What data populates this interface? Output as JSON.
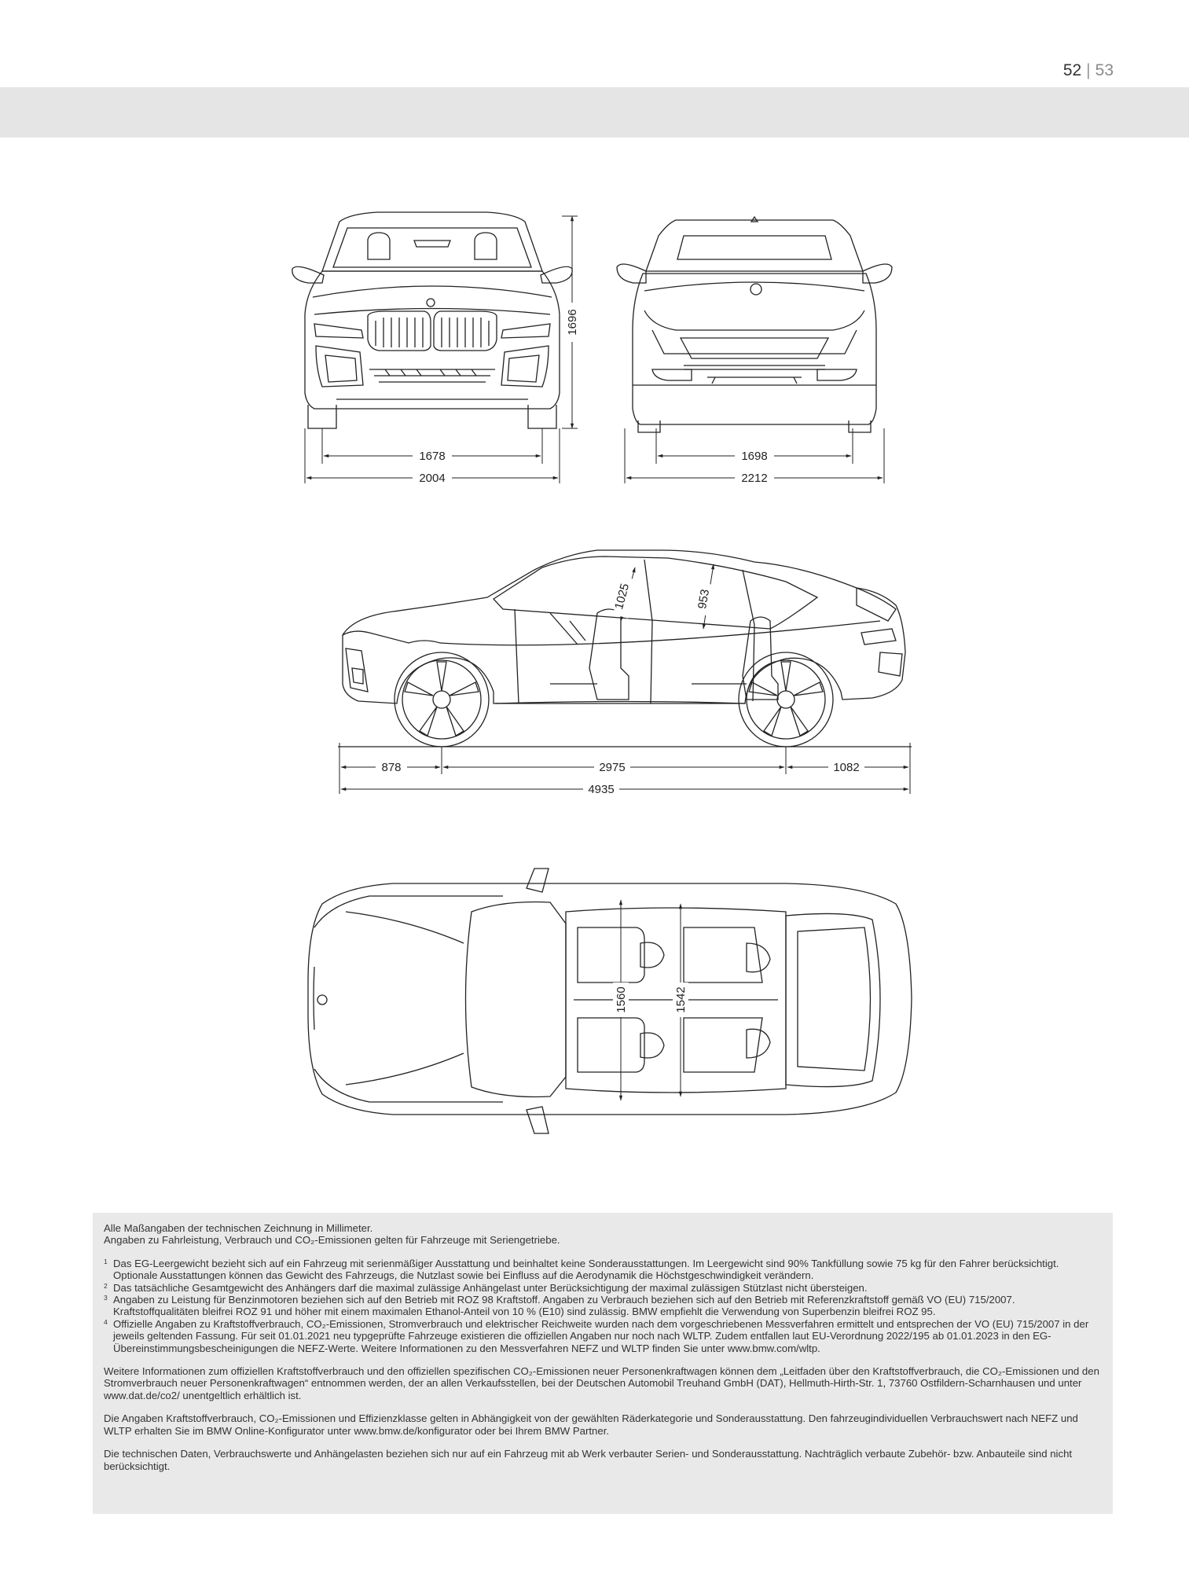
{
  "page": {
    "number_current": "52",
    "separator": "|",
    "number_next": "53"
  },
  "dimensions": {
    "front_height": "1696",
    "front_track": "1678",
    "front_width_mirrors": "2004",
    "rear_track": "1698",
    "rear_width_mirrors": "2212",
    "side_headroom_front": "1025",
    "side_headroom_rear": "953",
    "front_overhang": "878",
    "wheelbase": "2975",
    "rear_overhang": "1082",
    "overall_length": "4935",
    "shoulder_width_front": "1560",
    "shoulder_width_rear": "1542"
  },
  "footnotes": {
    "intro_line1": "Alle Maßangaben der technischen Zeichnung in Millimeter.",
    "intro_line2": "Angaben zu Fahrleistung, Verbrauch und CO₂-Emissionen gelten für Fahrzeuge mit Seriengetriebe.",
    "notes": [
      {
        "num": "1",
        "text": "Das EG-Leergewicht bezieht sich auf ein Fahrzeug mit serienmäßiger Ausstattung und beinhaltet keine Sonderausstattungen. Im Leergewicht sind 90% Tankfüllung sowie 75 kg für den Fahrer berücksichtigt. Optionale Ausstattungen können das Gewicht des Fahrzeugs, die Nutzlast sowie bei Einfluss auf die Aerodynamik die Höchstgeschwindigkeit verändern."
      },
      {
        "num": "2",
        "text": "Das tatsächliche Gesamtgewicht des Anhängers darf die maximal zulässige Anhängelast unter Berücksichtigung der maximal zulässigen Stützlast nicht übersteigen."
      },
      {
        "num": "3",
        "text": "Angaben zu Leistung für Benzinmotoren beziehen sich auf den Betrieb mit ROZ 98 Kraftstoff. Angaben zu Verbrauch beziehen sich auf den Betrieb mit Referenzkraftstoff gemäß VO (EU) 715/2007. Kraftstoffqualitäten bleifrei ROZ 91 und höher mit einem maximalen Ethanol-Anteil von 10 % (E10) sind zulässig. BMW empfiehlt die Verwendung von Superbenzin bleifrei ROZ 95."
      },
      {
        "num": "4",
        "text": "Offizielle Angaben zu Kraftstoffverbrauch, CO₂-Emissionen, Stromverbrauch und elektrischer Reichweite wurden nach dem vorgeschriebenen Messverfahren ermittelt und entsprechen der VO (EU) 715/2007 in der jeweils geltenden Fassung. Für seit 01.01.2021 neu typgeprüfte Fahrzeuge existieren die offiziellen Angaben nur noch nach WLTP. Zudem entfallen laut EU-Verordnung 2022/195 ab 01.01.2023 in den EG-Übereinstimmungsbescheinigungen die NEFZ-Werte. Weitere Informationen zu den Messverfahren NEFZ und WLTP finden Sie unter www.bmw.com/wltp."
      }
    ],
    "para1": "Weitere Informationen zum offiziellen Kraftstoffverbrauch und den offiziellen spezifischen CO₂-Emissionen neuer Personenkraftwagen können dem „Leitfaden über den Kraftstoffverbrauch, die CO₂-Emissionen und den Stromverbrauch neuer Personenkraftwagen“ entnommen werden, der an allen Verkaufsstellen, bei der Deutschen Automobil Treuhand GmbH (DAT), Hellmuth-Hirth-Str. 1, 73760 Ostfildern-Scharnhausen und unter www.dat.de/co2/ unentgeltlich erhältlich ist.",
    "para2": "Die Angaben Kraftstoffverbrauch, CO₂-Emissionen und Effizienzklasse gelten in Abhängigkeit von der gewählten Räderkategorie und Sonderausstattung. Den fahrzeugindividuellen Verbrauchswert nach NEFZ und WLTP erhalten Sie im BMW Online-Konfigurator unter www.bmw.de/konfigurator oder bei Ihrem BMW Partner.",
    "para3": "Die technischen Daten, Verbrauchswerte und Anhängelasten beziehen sich nur auf ein Fahrzeug mit ab Werk verbauter Serien- und Sonderausstattung. Nachträglich verbaute Zubehör- bzw. Anbauteile sind nicht berücksichtigt."
  }
}
